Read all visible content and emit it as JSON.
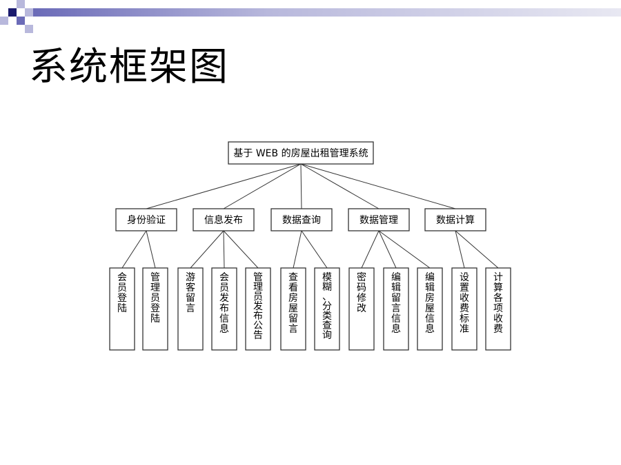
{
  "slide": {
    "title": "系统框架图"
  },
  "diagram": {
    "root": "基于 WEB 的房屋出租管理系统",
    "branches": [
      {
        "label": "身份验证",
        "children": [
          "会员登陆",
          "管理员登陆"
        ]
      },
      {
        "label": "信息发布",
        "children": [
          "游客留言",
          "会员发布信息",
          "管理员发布公告"
        ]
      },
      {
        "label": "数据查询",
        "children": [
          "查看房屋留言",
          "模糊、分类查询"
        ]
      },
      {
        "label": "数据管理",
        "children": [
          "密码修改",
          "编辑留言信息",
          "编辑房屋信息"
        ]
      },
      {
        "label": "数据计算",
        "children": [
          "设置收费标准",
          "计算各项收费"
        ]
      }
    ]
  },
  "colors": {
    "deco_dark": "#1a1a6e",
    "deco_mid": "#6b6bb8",
    "deco_light": "#b8b8dc"
  }
}
